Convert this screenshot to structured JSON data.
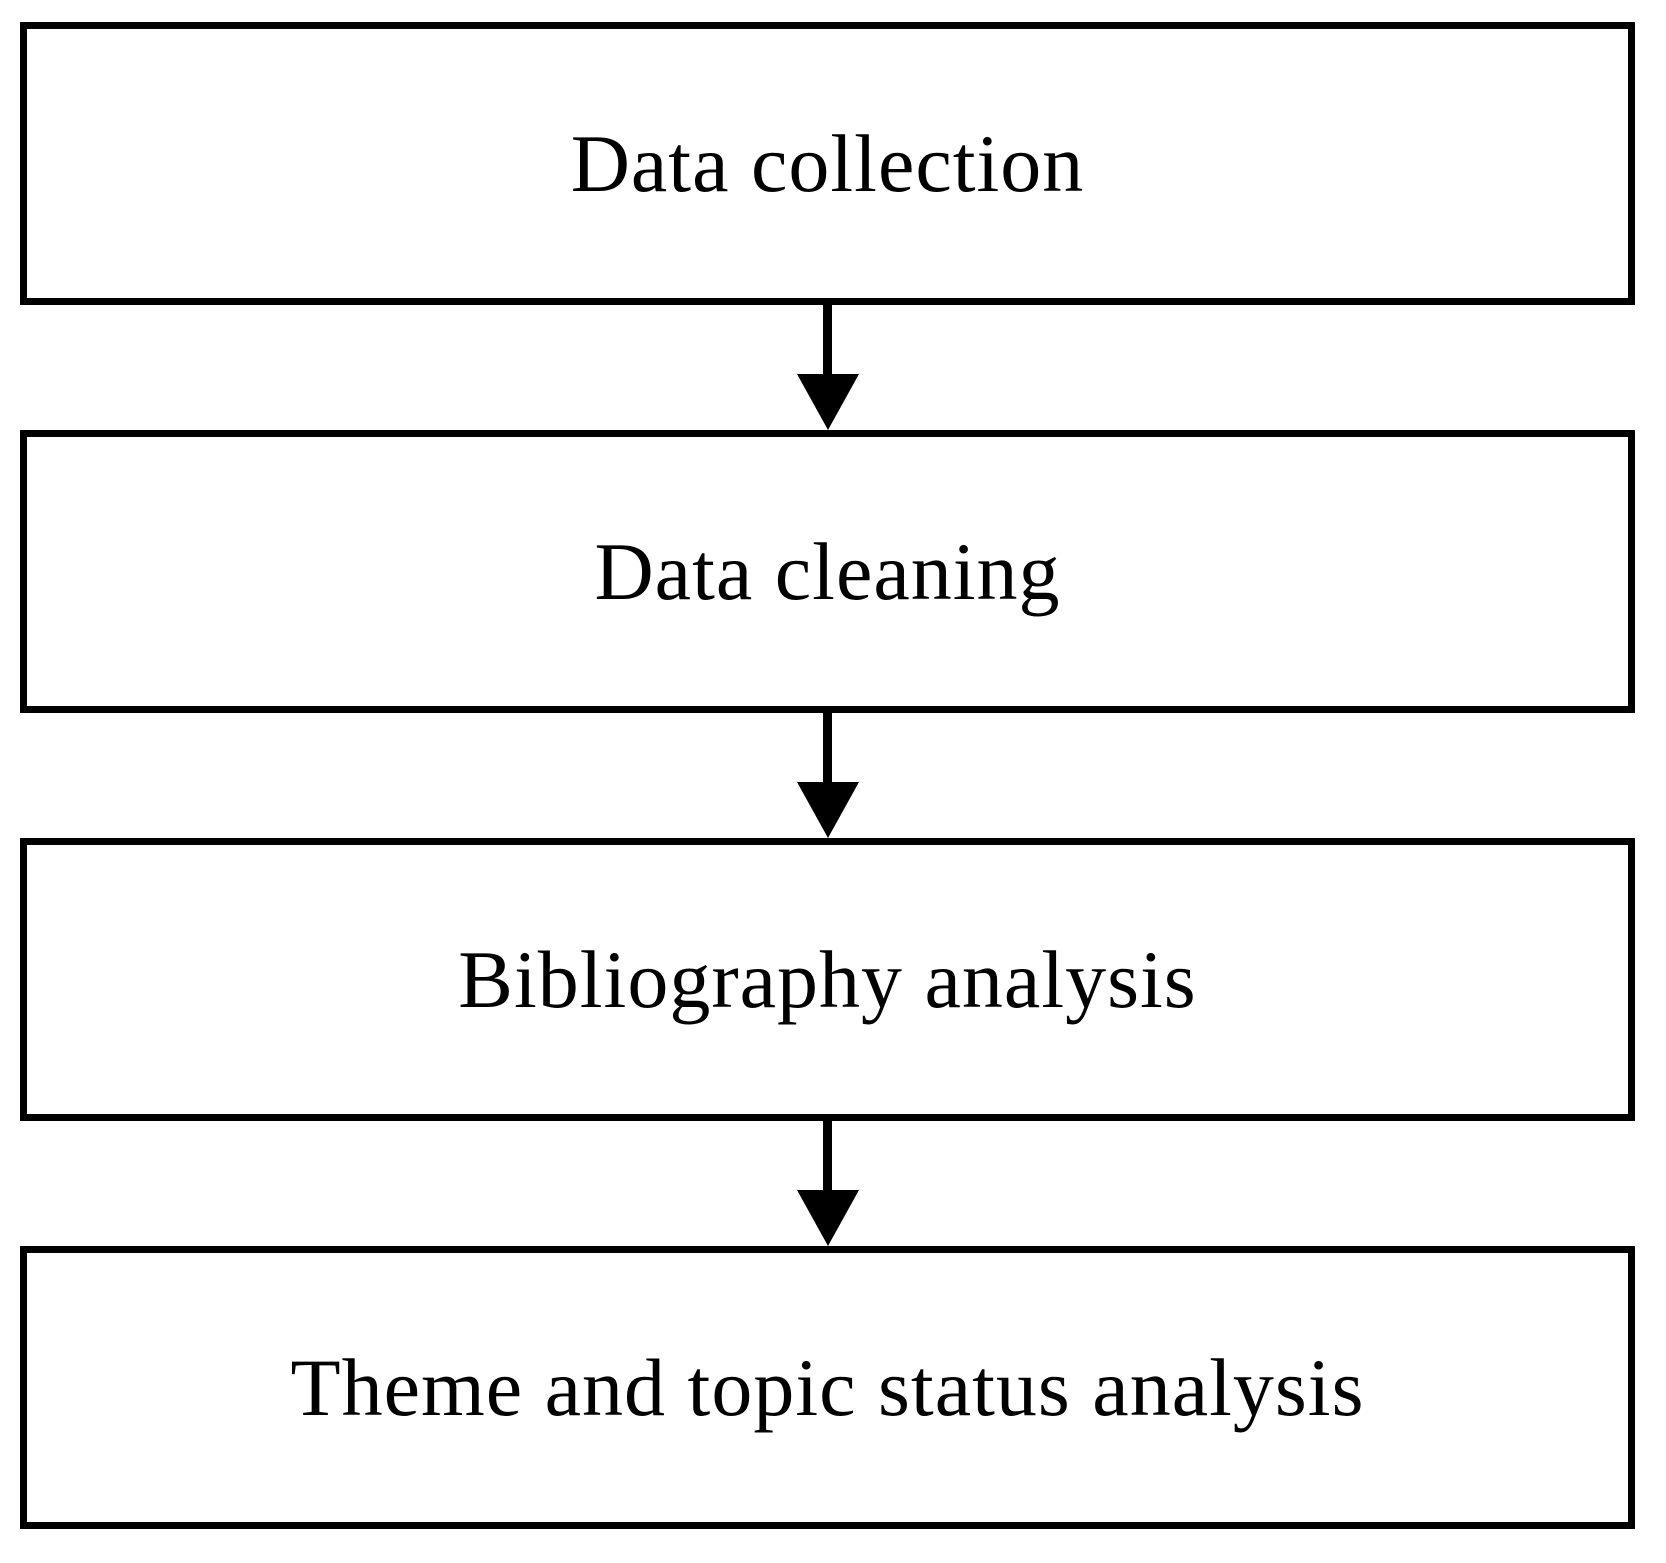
{
  "flowchart": {
    "background_color": "#ffffff",
    "box_border_color": "#000000",
    "text_color": "#000000",
    "arrow_color": "#000000",
    "steps": [
      {
        "label": "Data collection"
      },
      {
        "label": "Data cleaning"
      },
      {
        "label": "Bibliography analysis"
      },
      {
        "label": "Theme and topic status analysis"
      }
    ]
  }
}
